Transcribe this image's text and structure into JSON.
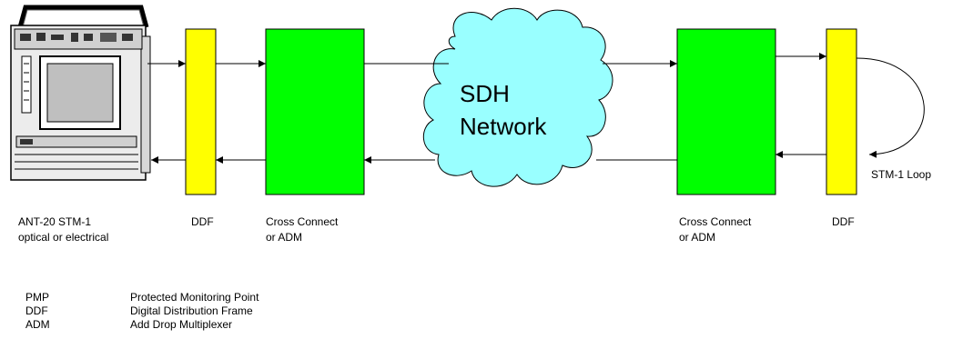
{
  "colors": {
    "ddf_fill": "#ffff00",
    "adm_fill": "#00ff00",
    "cloud_fill": "#99ffff",
    "line": "#000000"
  },
  "network": {
    "line1": "SDH",
    "line2": "Network"
  },
  "labels": {
    "tester_line1": "ANT-20 STM-1",
    "tester_line2": "optical or electrical",
    "ddf_left": "DDF",
    "cc_left_line1": "Cross Connect",
    "cc_left_line2": "or ADM",
    "cc_right_line1": "Cross Connect",
    "cc_right_line2": "or ADM",
    "ddf_right": "DDF",
    "loop": "STM-1 Loop"
  },
  "legend": [
    {
      "abbr": "PMP",
      "desc": "Protected Monitoring Point"
    },
    {
      "abbr": "DDF",
      "desc": "Digital Distribution Frame"
    },
    {
      "abbr": "ADM",
      "desc": "Add Drop Multiplexer"
    }
  ],
  "icons": {
    "tester": "test-instrument-icon",
    "cloud": "cloud-icon"
  }
}
